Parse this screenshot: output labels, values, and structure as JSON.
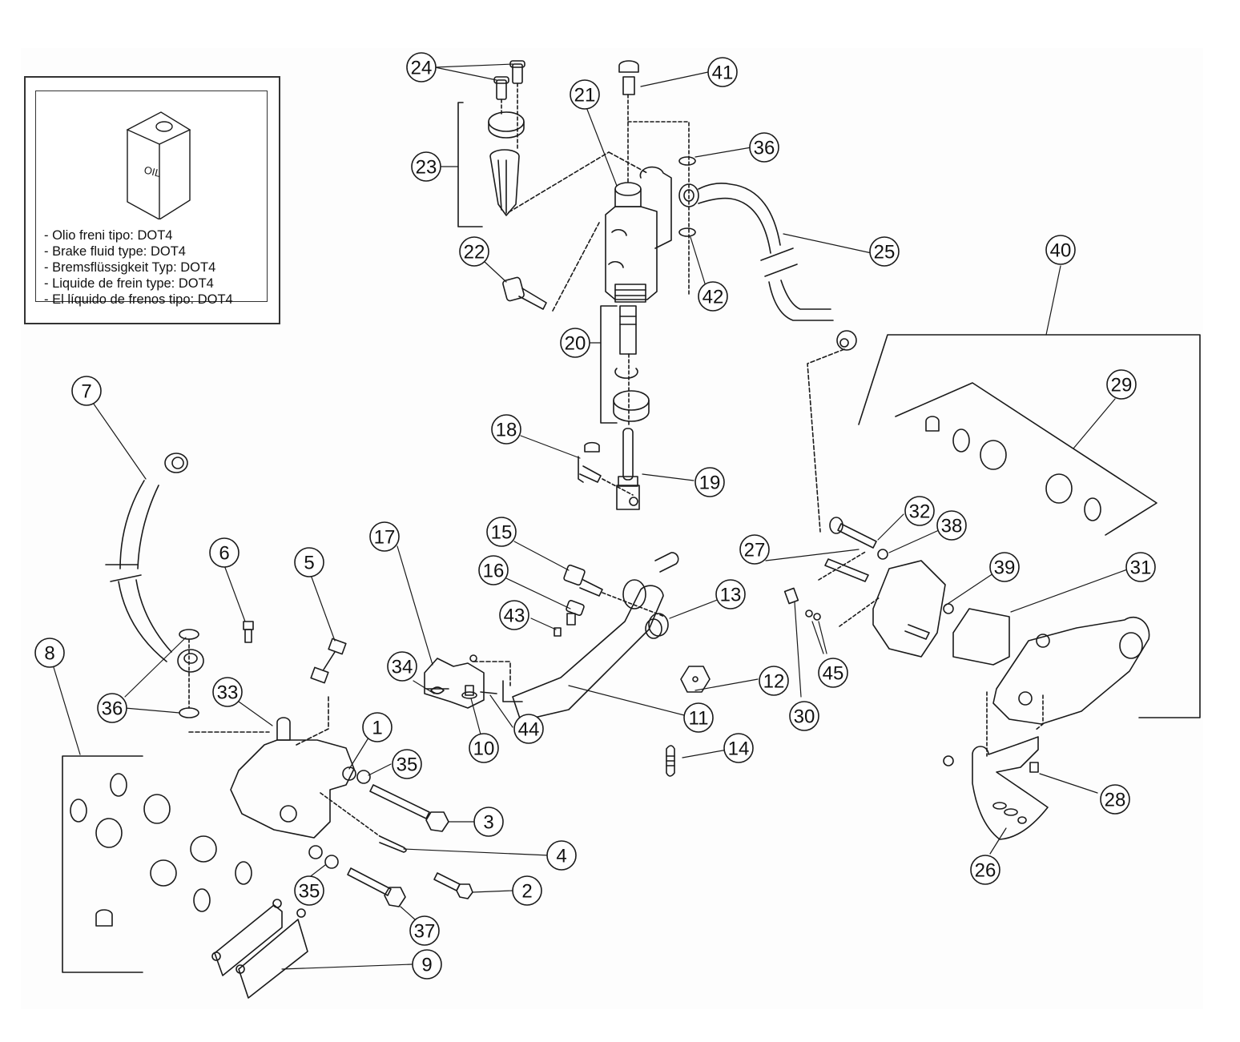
{
  "legend": {
    "can_label": "OIL",
    "lines": [
      "- Olio freni tipo: DOT4",
      "- Brake fluid type: DOT4",
      "- Bremsflüssigkeit Typ: DOT4",
      "- Liquide de frein type: DOT4",
      "- El líquido de frenos tipo: DOT4"
    ]
  },
  "callouts": [
    {
      "id": "c1",
      "label": "1"
    },
    {
      "id": "c2",
      "label": "2"
    },
    {
      "id": "c3",
      "label": "3"
    },
    {
      "id": "c4",
      "label": "4"
    },
    {
      "id": "c5",
      "label": "5"
    },
    {
      "id": "c6",
      "label": "6"
    },
    {
      "id": "c7",
      "label": "7"
    },
    {
      "id": "c8",
      "label": "8"
    },
    {
      "id": "c9",
      "label": "9"
    },
    {
      "id": "c10",
      "label": "10"
    },
    {
      "id": "c11",
      "label": "11"
    },
    {
      "id": "c12",
      "label": "12"
    },
    {
      "id": "c13",
      "label": "13"
    },
    {
      "id": "c14",
      "label": "14"
    },
    {
      "id": "c15",
      "label": "15"
    },
    {
      "id": "c16",
      "label": "16"
    },
    {
      "id": "c17",
      "label": "17"
    },
    {
      "id": "c18",
      "label": "18"
    },
    {
      "id": "c19",
      "label": "19"
    },
    {
      "id": "c20",
      "label": "20"
    },
    {
      "id": "c21",
      "label": "21"
    },
    {
      "id": "c22",
      "label": "22"
    },
    {
      "id": "c23",
      "label": "23"
    },
    {
      "id": "c24",
      "label": "24"
    },
    {
      "id": "c25",
      "label": "25"
    },
    {
      "id": "c26",
      "label": "26"
    },
    {
      "id": "c27",
      "label": "27"
    },
    {
      "id": "c28",
      "label": "28"
    },
    {
      "id": "c29",
      "label": "29"
    },
    {
      "id": "c30",
      "label": "30"
    },
    {
      "id": "c31",
      "label": "31"
    },
    {
      "id": "c32",
      "label": "32"
    },
    {
      "id": "c33",
      "label": "33"
    },
    {
      "id": "c34",
      "label": "34"
    },
    {
      "id": "c35a",
      "label": "35"
    },
    {
      "id": "c35b",
      "label": "35"
    },
    {
      "id": "c36a",
      "label": "36"
    },
    {
      "id": "c36b",
      "label": "36"
    },
    {
      "id": "c37",
      "label": "37"
    },
    {
      "id": "c38",
      "label": "38"
    },
    {
      "id": "c39",
      "label": "39"
    },
    {
      "id": "c40",
      "label": "40"
    },
    {
      "id": "c41",
      "label": "41"
    },
    {
      "id": "c42",
      "label": "42"
    },
    {
      "id": "c43",
      "label": "43"
    },
    {
      "id": "c44",
      "label": "44"
    },
    {
      "id": "c45",
      "label": "45"
    }
  ],
  "colors": {
    "ink": "#1a1a1a",
    "paper": "#ffffff"
  }
}
